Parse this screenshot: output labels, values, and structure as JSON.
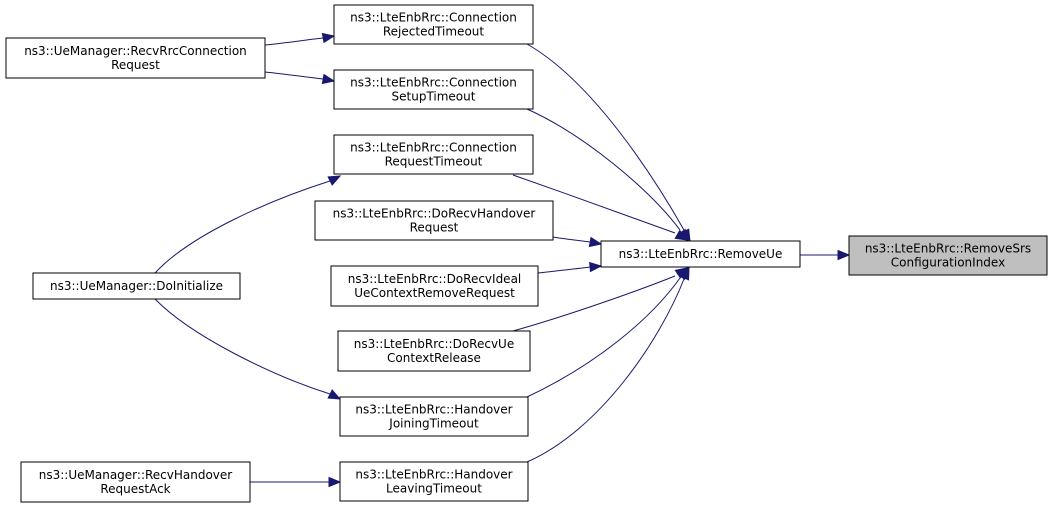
{
  "nodes": {
    "remove_srs": {
      "lines": [
        "ns3::LteEnbRrc::RemoveSrs",
        "ConfigurationIndex"
      ]
    },
    "remove_ue": {
      "lines": [
        "ns3::LteEnbRrc::RemoveUe"
      ]
    },
    "conn_rejected": {
      "lines": [
        "ns3::LteEnbRrc::Connection",
        "RejectedTimeout"
      ]
    },
    "conn_setup": {
      "lines": [
        "ns3::LteEnbRrc::Connection",
        "SetupTimeout"
      ]
    },
    "conn_request": {
      "lines": [
        "ns3::LteEnbRrc::Connection",
        "RequestTimeout"
      ]
    },
    "recv_handover_req": {
      "lines": [
        "ns3::LteEnbRrc::DoRecvHandover",
        "Request"
      ]
    },
    "recv_ideal": {
      "lines": [
        "ns3::LteEnbRrc::DoRecvIdeal",
        "UeContextRemoveRequest"
      ]
    },
    "recv_ue_release": {
      "lines": [
        "ns3::LteEnbRrc::DoRecvUe",
        "ContextRelease"
      ]
    },
    "handover_joining": {
      "lines": [
        "ns3::LteEnbRrc::Handover",
        "JoiningTimeout"
      ]
    },
    "handover_leaving": {
      "lines": [
        "ns3::LteEnbRrc::Handover",
        "LeavingTimeout"
      ]
    },
    "uem_recv_rrc": {
      "lines": [
        "ns3::UeManager::RecvRrcConnection",
        "Request"
      ]
    },
    "uem_doinit": {
      "lines": [
        "ns3::UeManager::DoInitialize"
      ]
    },
    "uem_recv_ho_ack": {
      "lines": [
        "ns3::UeManager::RecvHandover",
        "RequestAck"
      ]
    }
  },
  "edges": [
    [
      "remove_ue",
      "remove_srs"
    ],
    [
      "conn_rejected",
      "remove_ue"
    ],
    [
      "conn_setup",
      "remove_ue"
    ],
    [
      "conn_request",
      "remove_ue"
    ],
    [
      "recv_handover_req",
      "remove_ue"
    ],
    [
      "recv_ideal",
      "remove_ue"
    ],
    [
      "recv_ue_release",
      "remove_ue"
    ],
    [
      "handover_joining",
      "remove_ue"
    ],
    [
      "handover_leaving",
      "remove_ue"
    ],
    [
      "uem_recv_rrc",
      "conn_rejected"
    ],
    [
      "uem_recv_rrc",
      "conn_setup"
    ],
    [
      "uem_doinit",
      "conn_request"
    ],
    [
      "uem_doinit",
      "handover_joining"
    ],
    [
      "uem_recv_ho_ack",
      "handover_leaving"
    ]
  ],
  "colors": {
    "edge": "#191970",
    "root_fill": "#bfbfbf",
    "node_fill": "#ffffff",
    "border": "#000000"
  }
}
